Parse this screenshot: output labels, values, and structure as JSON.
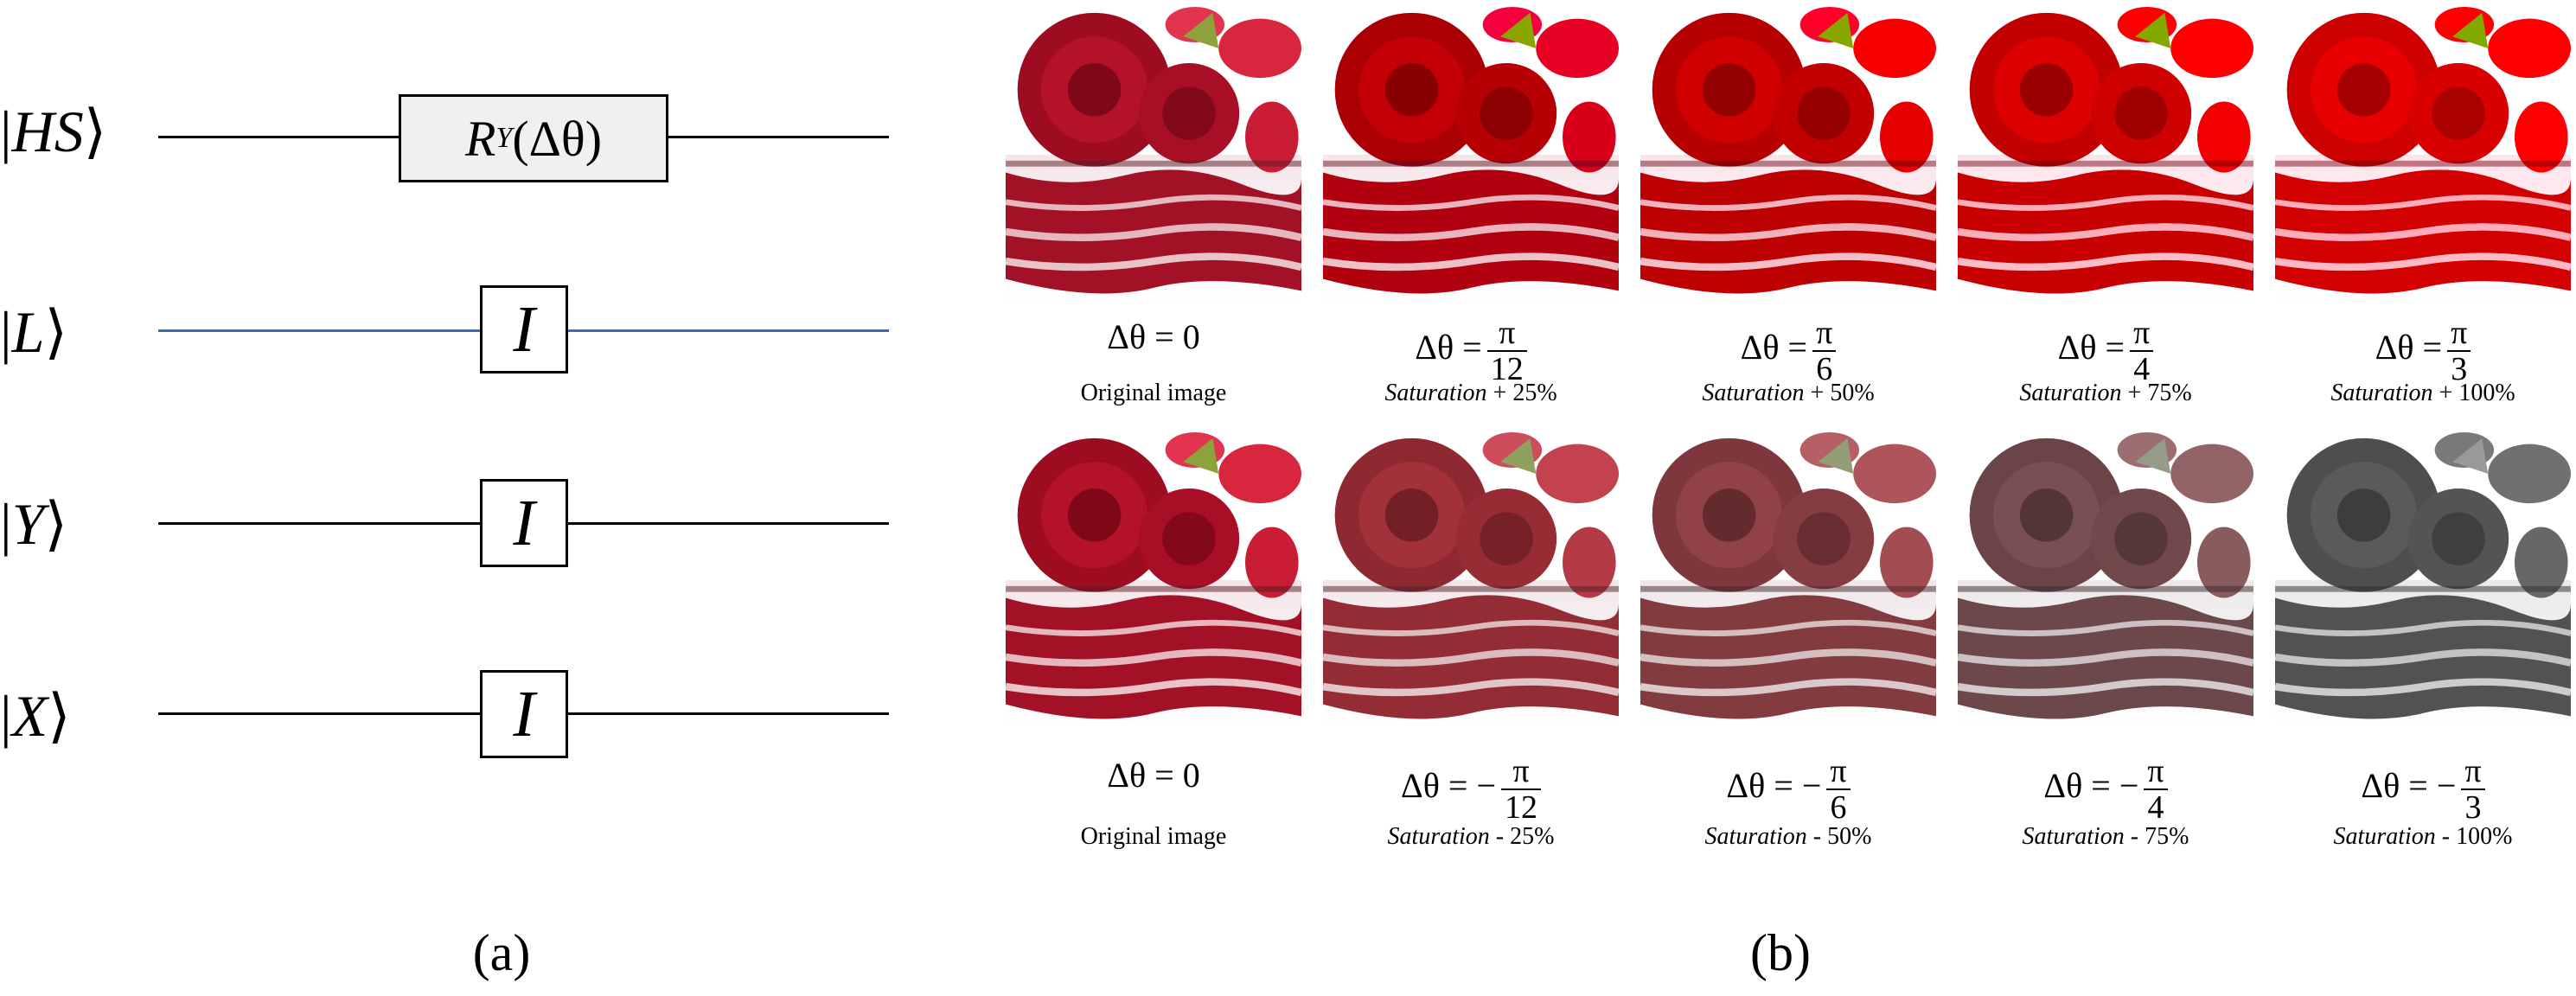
{
  "circuit": {
    "qubits": [
      {
        "name": "HS",
        "gate": "R_Y(Δθ)",
        "wire_color": "#000000"
      },
      {
        "name": "L",
        "gate": "I",
        "wire_color": "#3a6db5"
      },
      {
        "name": "Y",
        "gate": "I",
        "wire_color": "#000000"
      },
      {
        "name": "X",
        "gate": "I",
        "wire_color": "#000000"
      }
    ],
    "ry_base": "R",
    "ry_sub": "Y",
    "ry_arg": "(Δθ)",
    "identity": "I",
    "label": "(a)"
  },
  "results": {
    "label": "(b)",
    "top_row": [
      {
        "eq": "Δθ = 0",
        "num": "",
        "den": "",
        "caption_pre": "",
        "caption_it": "",
        "caption_post": "Original image",
        "saturation": 1.0
      },
      {
        "eq": "Δθ =",
        "num": "π",
        "den": "12",
        "caption_pre": "",
        "caption_it": "Saturation",
        "caption_post": " + 25%",
        "saturation": 1.25
      },
      {
        "eq": "Δθ =",
        "num": "π",
        "den": "6",
        "caption_pre": "",
        "caption_it": "Saturation",
        "caption_post": " + 50%",
        "saturation": 1.5
      },
      {
        "eq": "Δθ =",
        "num": "π",
        "den": "4",
        "caption_pre": "",
        "caption_it": "Saturation",
        "caption_post": " + 75%",
        "saturation": 1.75
      },
      {
        "eq": "Δθ =",
        "num": "π",
        "den": "3",
        "caption_pre": "",
        "caption_it": "Saturation",
        "caption_post": " + 100%",
        "saturation": 2.0
      }
    ],
    "bottom_row": [
      {
        "eq": "Δθ = 0",
        "num": "",
        "den": "",
        "caption_pre": "",
        "caption_it": "",
        "caption_post": "Original image",
        "saturation": 1.0
      },
      {
        "eq": "Δθ = −",
        "num": "π",
        "den": "12",
        "caption_pre": "",
        "caption_it": "Saturation",
        "caption_post": " - 25%",
        "saturation": 0.75
      },
      {
        "eq": "Δθ = −",
        "num": "π",
        "den": "6",
        "caption_pre": "",
        "caption_it": "Saturation",
        "caption_post": " - 50%",
        "saturation": 0.5
      },
      {
        "eq": "Δθ = −",
        "num": "π",
        "den": "4",
        "caption_pre": "",
        "caption_it": "Saturation",
        "caption_post": " - 75%",
        "saturation": 0.25
      },
      {
        "eq": "Δθ = −",
        "num": "π",
        "den": "3",
        "caption_pre": "",
        "caption_it": "Saturation",
        "caption_post": " - 100%",
        "saturation": 0.0
      }
    ]
  }
}
